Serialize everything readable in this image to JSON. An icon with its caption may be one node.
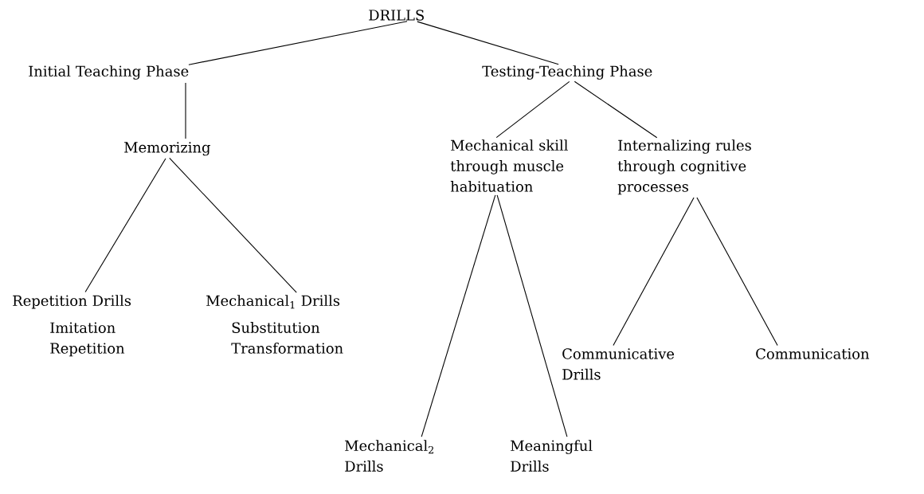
{
  "diagram": {
    "nodes": [
      {
        "text": [
          "DRILLS"
        ]
      },
      {
        "text": [
          "Initial Teaching Phase"
        ]
      },
      {
        "text": [
          "Testing-Teaching Phase"
        ]
      },
      {
        "text": [
          "Memorizing"
        ]
      },
      {
        "text": [
          "Mechanical skill through muscle habituation"
        ]
      },
      {
        "text": [
          "Internalizing rules through cognitive processes"
        ]
      },
      {
        "text": [
          "Repetition Drills",
          "Imitation",
          "Repetition"
        ]
      },
      {
        "text": [
          "Mechanical$_{1}$ Drills",
          "Substitution",
          "Transformation"
        ]
      },
      {
        "text": [
          "Mechanical$_{2}$ Drills"
        ]
      },
      {
        "text": [
          "Meaningful Drills"
        ]
      },
      {
        "text": [
          "Communicative Drills"
        ]
      },
      {
        "text": [
          "Communication"
        ]
      }
    ],
    "edges": [
      {
        "from": 0,
        "to": 1,
        "arrow": "none"
      },
      {
        "from": 0,
        "to": 2,
        "arrow": "none"
      },
      {
        "from": 1,
        "to": 3,
        "arrow": "none"
      },
      {
        "from": 3,
        "to": 6,
        "arrow": "none"
      },
      {
        "from": 3,
        "to": 7,
        "arrow": "none"
      },
      {
        "from": 2,
        "to": 4,
        "arrow": "none"
      },
      {
        "from": 2,
        "to": 5,
        "arrow": "none"
      },
      {
        "from": 4,
        "to": 8,
        "arrow": "none"
      },
      {
        "from": 4,
        "to": 9,
        "arrow": "none"
      },
      {
        "from": 5,
        "to": 10,
        "arrow": "none"
      },
      {
        "from": 5,
        "to": 11,
        "arrow": "none"
      }
    ]
  }
}
